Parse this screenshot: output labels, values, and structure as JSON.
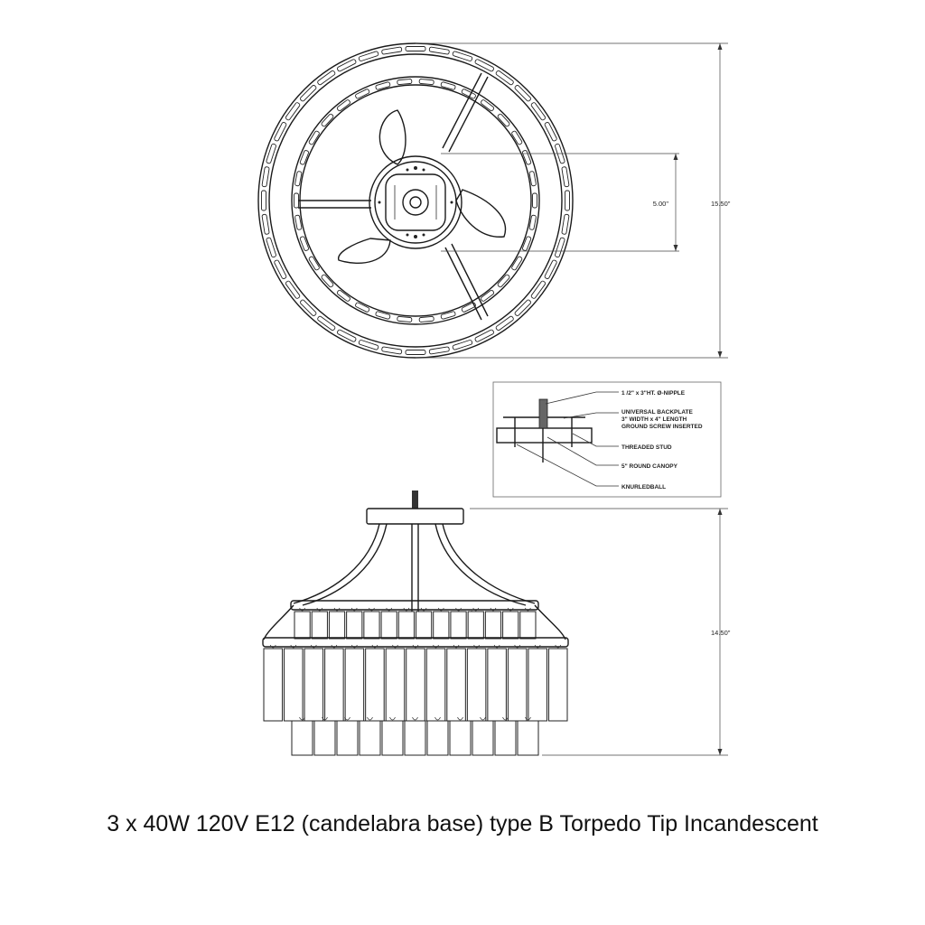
{
  "dimensions": {
    "top_diameter": "15.50\"",
    "canopy_diameter": "5.00\"",
    "height": "14.50\""
  },
  "detail_callouts": [
    "1 /2\" x 3\"HT. Ø-NIPPLE",
    "UNIVERSAL BACKPLATE",
    "3\" WIDTH x 4\" LENGTH",
    "GROUND SCREW INSERTED",
    "THREADED STUD",
    "5\" ROUND CANOPY",
    "KNURLEDBALL"
  ],
  "caption": "3 x 40W 120V E12 (candelabra base) type B Torpedo Tip Incandescent"
}
